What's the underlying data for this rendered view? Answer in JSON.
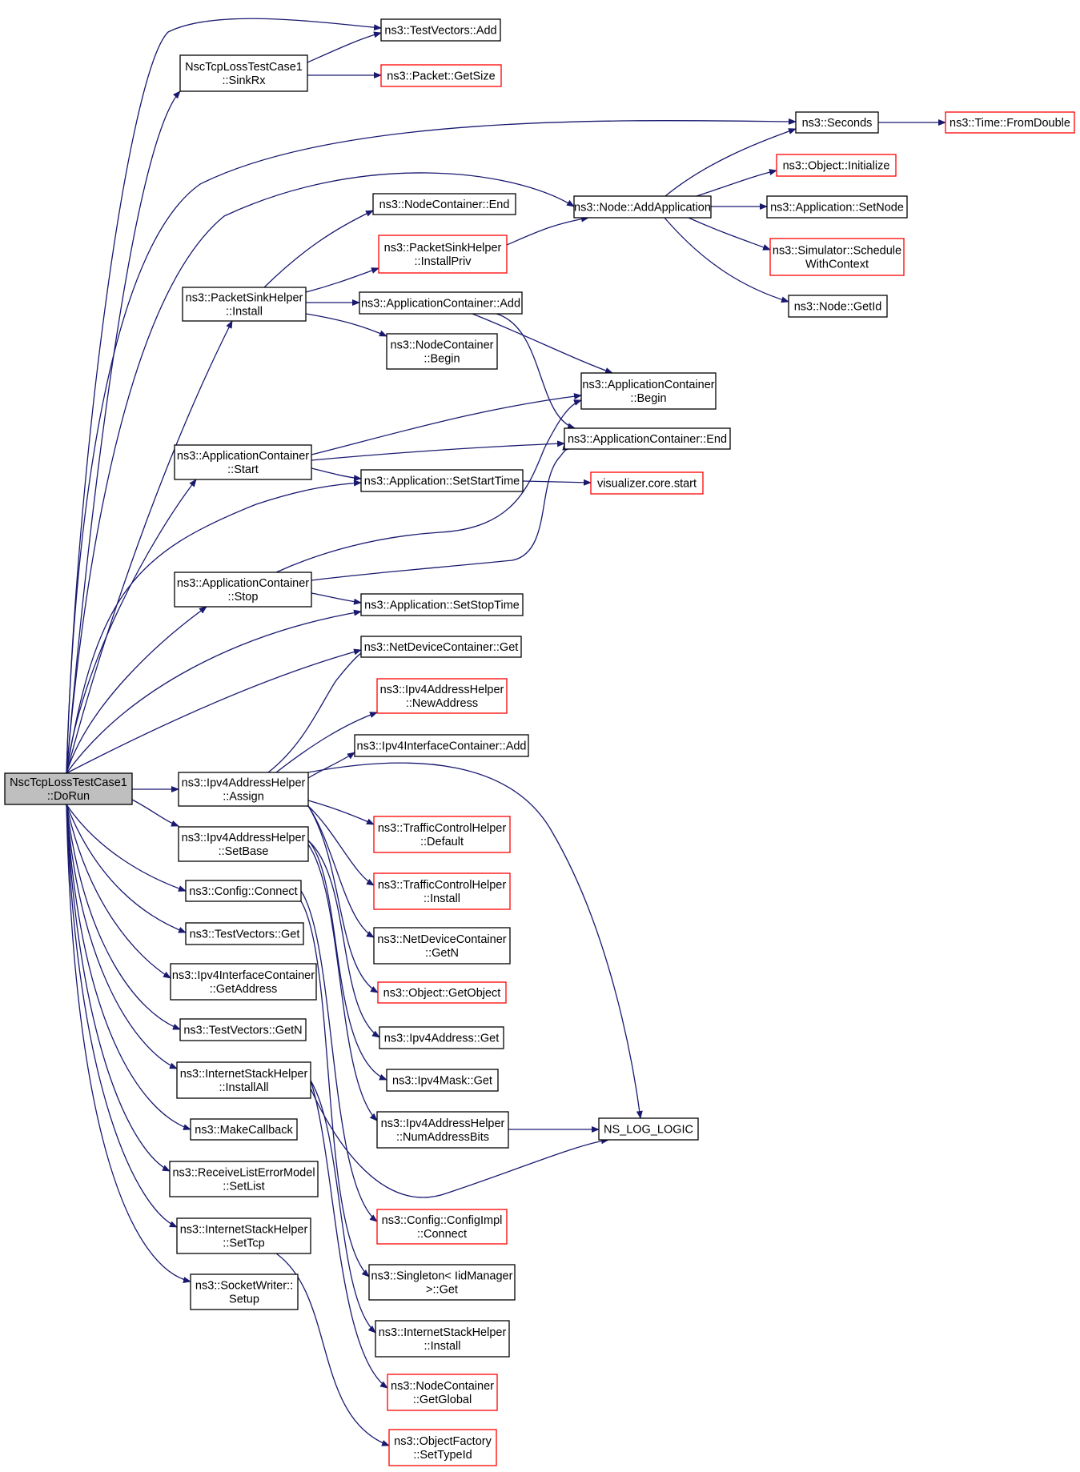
{
  "graph": {
    "colors": {
      "edge": "#191970",
      "root_fill": "#bfbfbf",
      "border_default": "#000000",
      "border_truncated": "#ff0000",
      "node_fill": "#ffffff"
    },
    "nodes": {
      "n_dorun": {
        "lines": [
          "NscTcpLossTestCase1",
          "::DoRun"
        ],
        "root": true
      },
      "n_tv_add": {
        "lines": [
          "ns3::TestVectors::Add"
        ]
      },
      "n_sinkrx": {
        "lines": [
          "NscTcpLossTestCase1",
          "::SinkRx"
        ]
      },
      "n_pkt_getsize": {
        "lines": [
          "ns3::Packet::GetSize"
        ],
        "truncated": true
      },
      "n_seconds": {
        "lines": [
          "ns3::Seconds"
        ]
      },
      "n_time_fromdouble": {
        "lines": [
          "ns3::Time::FromDouble"
        ],
        "truncated": true
      },
      "n_obj_initialize": {
        "lines": [
          "ns3::Object::Initialize"
        ],
        "truncated": true
      },
      "n_nc_end": {
        "lines": [
          "ns3::NodeContainer::End"
        ]
      },
      "n_node_addapp": {
        "lines": [
          "ns3::Node::AddApplication"
        ]
      },
      "n_app_setnode": {
        "lines": [
          "ns3::Application::SetNode"
        ]
      },
      "n_psh_installpriv": {
        "lines": [
          "ns3::PacketSinkHelper",
          "::InstallPriv"
        ],
        "truncated": true
      },
      "n_sim_schedule": {
        "lines": [
          "ns3::Simulator::Schedule",
          "WithContext"
        ],
        "truncated": true
      },
      "n_psh_install": {
        "lines": [
          "ns3::PacketSinkHelper",
          "::Install"
        ]
      },
      "n_ac_add": {
        "lines": [
          "ns3::ApplicationContainer::Add"
        ]
      },
      "n_node_getid": {
        "lines": [
          "ns3::Node::GetId"
        ]
      },
      "n_nc_begin": {
        "lines": [
          "ns3::NodeContainer",
          "::Begin"
        ]
      },
      "n_ac_begin": {
        "lines": [
          "ns3::ApplicationContainer",
          "::Begin"
        ]
      },
      "n_ac_start": {
        "lines": [
          "ns3::ApplicationContainer",
          "::Start"
        ]
      },
      "n_ac_end": {
        "lines": [
          "ns3::ApplicationContainer::End"
        ]
      },
      "n_app_setstart": {
        "lines": [
          "ns3::Application::SetStartTime"
        ]
      },
      "n_vis_start": {
        "lines": [
          "visualizer.core.start"
        ],
        "truncated": true
      },
      "n_ac_stop": {
        "lines": [
          "ns3::ApplicationContainer",
          "::Stop"
        ]
      },
      "n_app_setstop": {
        "lines": [
          "ns3::Application::SetStopTime"
        ]
      },
      "n_ndc_get": {
        "lines": [
          "ns3::NetDeviceContainer::Get"
        ]
      },
      "n_ipv4ah_newaddr": {
        "lines": [
          "ns3::Ipv4AddressHelper",
          "::NewAddress"
        ],
        "truncated": true
      },
      "n_ipv4ic_add": {
        "lines": [
          "ns3::Ipv4InterfaceContainer::Add"
        ]
      },
      "n_ipv4ah_assign": {
        "lines": [
          "ns3::Ipv4AddressHelper",
          "::Assign"
        ]
      },
      "n_tch_default": {
        "lines": [
          "ns3::TrafficControlHelper",
          "::Default"
        ],
        "truncated": true
      },
      "n_ipv4ah_setbase": {
        "lines": [
          "ns3::Ipv4AddressHelper",
          "::SetBase"
        ]
      },
      "n_config_connect": {
        "lines": [
          "ns3::Config::Connect"
        ]
      },
      "n_tch_install": {
        "lines": [
          "ns3::TrafficControlHelper",
          "::Install"
        ],
        "truncated": true
      },
      "n_tv_get": {
        "lines": [
          "ns3::TestVectors::Get"
        ]
      },
      "n_ndc_getn": {
        "lines": [
          "ns3::NetDeviceContainer",
          "::GetN"
        ]
      },
      "n_ipv4ic_getaddr": {
        "lines": [
          "ns3::Ipv4InterfaceContainer",
          "::GetAddress"
        ]
      },
      "n_obj_getobject": {
        "lines": [
          "ns3::Object::GetObject"
        ],
        "truncated": true
      },
      "n_tv_getn": {
        "lines": [
          "ns3::TestVectors::GetN"
        ]
      },
      "n_ipv4addr_get": {
        "lines": [
          "ns3::Ipv4Address::Get"
        ]
      },
      "n_ish_installall": {
        "lines": [
          "ns3::InternetStackHelper",
          "::InstallAll"
        ]
      },
      "n_ipv4mask_get": {
        "lines": [
          "ns3::Ipv4Mask::Get"
        ]
      },
      "n_makecallback": {
        "lines": [
          "ns3::MakeCallback"
        ]
      },
      "n_ipv4ah_numbits": {
        "lines": [
          "ns3::Ipv4AddressHelper",
          "::NumAddressBits"
        ]
      },
      "n_ns_log_logic": {
        "lines": [
          "NS_LOG_LOGIC"
        ]
      },
      "n_rlem_setlist": {
        "lines": [
          "ns3::ReceiveListErrorModel",
          "::SetList"
        ]
      },
      "n_configimpl_connect": {
        "lines": [
          "ns3::Config::ConfigImpl",
          "::Connect"
        ],
        "truncated": true
      },
      "n_ish_settcp": {
        "lines": [
          "ns3::InternetStackHelper",
          "::SetTcp"
        ]
      },
      "n_singleton_get": {
        "lines": [
          "ns3::Singleton< IidManager",
          ">::Get"
        ]
      },
      "n_sw_setup": {
        "lines": [
          "ns3::SocketWriter::",
          "Setup"
        ]
      },
      "n_ish_install": {
        "lines": [
          "ns3::InternetStackHelper",
          "::Install"
        ]
      },
      "n_nc_getglobal": {
        "lines": [
          "ns3::NodeContainer",
          "::GetGlobal"
        ],
        "truncated": true
      },
      "n_of_settypeid": {
        "lines": [
          "ns3::ObjectFactory",
          "::SetTypeId"
        ],
        "truncated": true
      }
    },
    "edges": [
      [
        "n_dorun",
        "n_tv_add"
      ],
      [
        "n_dorun",
        "n_sinkrx"
      ],
      [
        "n_dorun",
        "n_seconds"
      ],
      [
        "n_dorun",
        "n_node_addapp"
      ],
      [
        "n_dorun",
        "n_psh_install"
      ],
      [
        "n_dorun",
        "n_ac_start"
      ],
      [
        "n_dorun",
        "n_app_setstart"
      ],
      [
        "n_dorun",
        "n_ac_stop"
      ],
      [
        "n_dorun",
        "n_app_setstop"
      ],
      [
        "n_dorun",
        "n_ndc_get"
      ],
      [
        "n_dorun",
        "n_ipv4ah_assign"
      ],
      [
        "n_dorun",
        "n_ipv4ah_setbase"
      ],
      [
        "n_dorun",
        "n_config_connect"
      ],
      [
        "n_dorun",
        "n_tv_get"
      ],
      [
        "n_dorun",
        "n_ipv4ic_getaddr"
      ],
      [
        "n_dorun",
        "n_tv_getn"
      ],
      [
        "n_dorun",
        "n_ish_installall"
      ],
      [
        "n_dorun",
        "n_makecallback"
      ],
      [
        "n_dorun",
        "n_rlem_setlist"
      ],
      [
        "n_dorun",
        "n_ish_settcp"
      ],
      [
        "n_dorun",
        "n_sw_setup"
      ],
      [
        "n_sinkrx",
        "n_tv_add"
      ],
      [
        "n_sinkrx",
        "n_pkt_getsize"
      ],
      [
        "n_seconds",
        "n_time_fromdouble"
      ],
      [
        "n_node_addapp",
        "n_seconds"
      ],
      [
        "n_node_addapp",
        "n_obj_initialize"
      ],
      [
        "n_node_addapp",
        "n_app_setnode"
      ],
      [
        "n_node_addapp",
        "n_sim_schedule"
      ],
      [
        "n_node_addapp",
        "n_node_getid"
      ],
      [
        "n_psh_install",
        "n_nc_end"
      ],
      [
        "n_psh_install",
        "n_psh_installpriv"
      ],
      [
        "n_psh_install",
        "n_ac_add"
      ],
      [
        "n_psh_install",
        "n_nc_begin"
      ],
      [
        "n_psh_installpriv",
        "n_node_addapp"
      ],
      [
        "n_ac_add",
        "n_ac_begin"
      ],
      [
        "n_ac_add",
        "n_ac_end"
      ],
      [
        "n_ac_start",
        "n_ac_begin"
      ],
      [
        "n_ac_start",
        "n_ac_end"
      ],
      [
        "n_ac_start",
        "n_app_setstart"
      ],
      [
        "n_app_setstart",
        "n_vis_start"
      ],
      [
        "n_ac_stop",
        "n_ac_begin"
      ],
      [
        "n_ac_stop",
        "n_ac_end"
      ],
      [
        "n_ac_stop",
        "n_app_setstop"
      ],
      [
        "n_ipv4ah_assign",
        "n_ndc_get"
      ],
      [
        "n_ipv4ah_assign",
        "n_ipv4ah_newaddr"
      ],
      [
        "n_ipv4ah_assign",
        "n_ipv4ic_add"
      ],
      [
        "n_ipv4ah_assign",
        "n_ns_log_logic"
      ],
      [
        "n_ipv4ah_assign",
        "n_tch_default"
      ],
      [
        "n_ipv4ah_assign",
        "n_tch_install"
      ],
      [
        "n_ipv4ah_assign",
        "n_ndc_getn"
      ],
      [
        "n_ipv4ah_assign",
        "n_obj_getobject"
      ],
      [
        "n_ipv4ah_setbase",
        "n_ipv4addr_get"
      ],
      [
        "n_ipv4ah_setbase",
        "n_ipv4mask_get"
      ],
      [
        "n_ipv4ah_setbase",
        "n_ipv4ah_numbits"
      ],
      [
        "n_ipv4ah_numbits",
        "n_ns_log_logic"
      ],
      [
        "n_config_connect",
        "n_configimpl_connect"
      ],
      [
        "n_config_connect",
        "n_singleton_get"
      ],
      [
        "n_ish_installall",
        "n_ish_install"
      ],
      [
        "n_ish_installall",
        "n_nc_getglobal"
      ],
      [
        "n_ish_installall",
        "n_ns_log_logic"
      ],
      [
        "n_ish_settcp",
        "n_of_settypeid"
      ]
    ]
  }
}
